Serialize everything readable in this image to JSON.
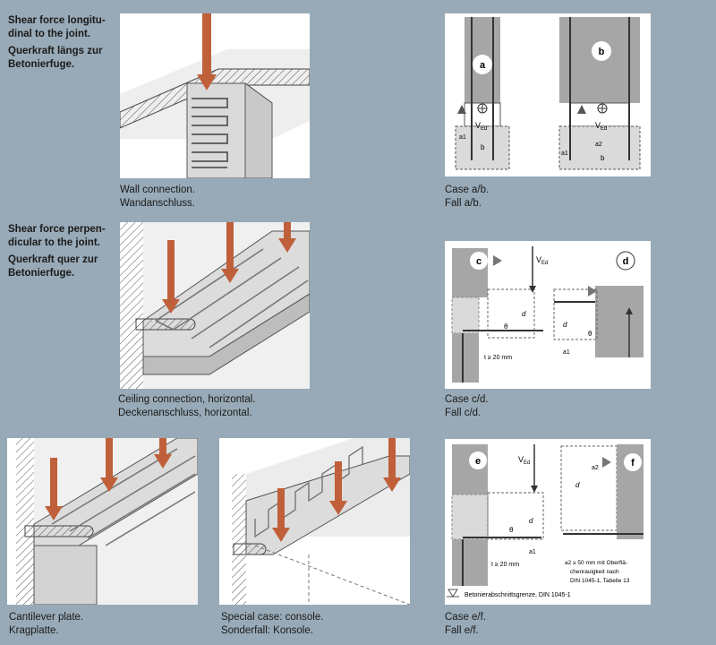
{
  "sections": {
    "longitudinal": {
      "en": [
        "Shear force longitu-",
        "dinal to the joint."
      ],
      "de": [
        "Querkraft längs zur",
        "Betonierfuge."
      ]
    },
    "perpendicular": {
      "en": [
        "Shear force perpen-",
        "dicular to the joint."
      ],
      "de": [
        "Querkraft quer zur",
        "Betonierfuge."
      ]
    }
  },
  "captions": {
    "wall": [
      "Wall connection.",
      "Wandanschluss."
    ],
    "case_ab": [
      "Case a/b.",
      "Fall a/b."
    ],
    "ceiling": [
      "Ceiling connection, horizontal.",
      "Deckenanschluss, horizontal."
    ],
    "case_cd": [
      "Case c/d.",
      "Fall c/d."
    ],
    "cantilever": [
      "Cantilever plate.",
      "Kragplatte."
    ],
    "console": [
      "Special case: console.",
      "Sonderfall: Konsole."
    ],
    "case_ef": [
      "Case e/f.",
      "Fall e/f."
    ]
  },
  "diagram_labels": {
    "case_a": "a",
    "case_b": "b",
    "case_c": "c",
    "case_d": "d",
    "case_e": "e",
    "case_f": "f",
    "shear": "V",
    "shear_sub": "Ed",
    "a1": "a1",
    "a2": "a2",
    "b": "b",
    "d": "d",
    "theta": "θ",
    "joint_min": "t ≥ 20 mm",
    "roughness": [
      "a2 ≥ 50 mm mit Oberflä-",
      "chenrauigkeit nach",
      "DIN 1045-1, Tabelle 13"
    ],
    "legend": "Betonierabschnittsgrenze, DIN 1045-1"
  },
  "colors": {
    "background": "#98aab7",
    "arrow": "#c0603a",
    "concrete": "#d9d9d9",
    "dark_concrete": "#9a9a9a"
  }
}
